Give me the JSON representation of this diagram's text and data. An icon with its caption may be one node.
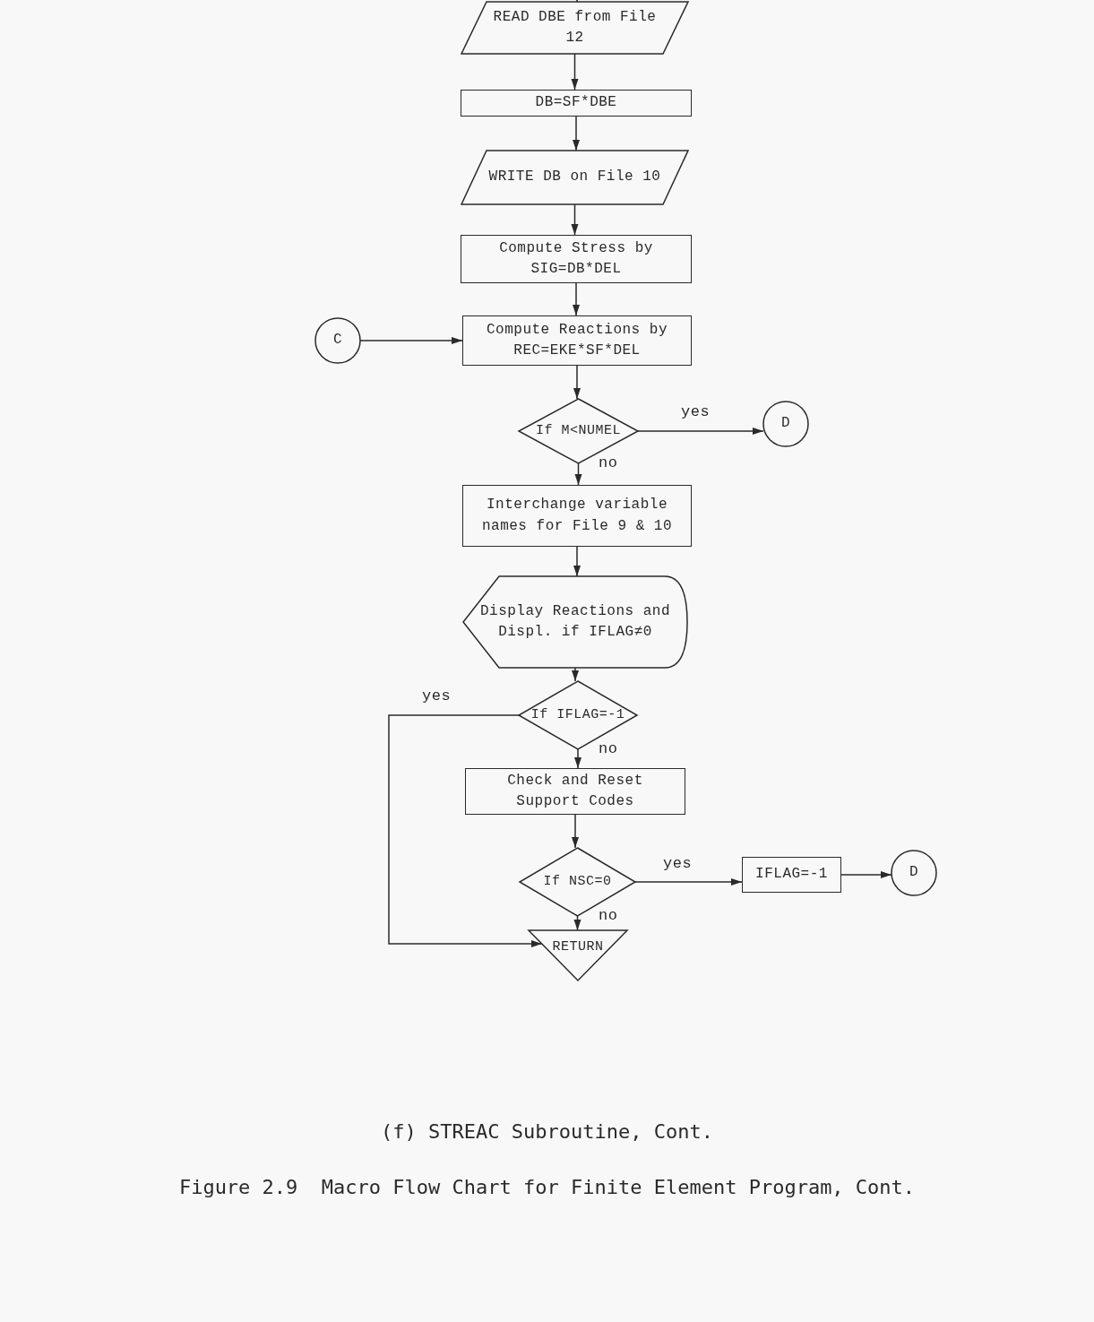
{
  "diagram": {
    "caption": "Figure 2.9  Macro Flow Chart for Finite Element Program, Cont.",
    "nodes": [
      {
        "text": [
          "READ DBE from File 12"
        ]
      },
      {
        "text": [
          "DB=SF*DBE"
        ]
      },
      {
        "text": [
          "WRITE DB on File 10"
        ]
      },
      {
        "text": [
          "Compute Stress by SIG=DB*DEL"
        ]
      },
      {
        "text": [
          "C"
        ]
      },
      {
        "text": [
          "Compute Reactions by REC=EKE*SF*DEL"
        ]
      },
      {
        "text": [
          "If M<NUMEL"
        ]
      },
      {
        "text": [
          "D"
        ]
      },
      {
        "text": [
          "Interchange variable names for File 9 & 10"
        ]
      },
      {
        "text": [
          "Display Reactions and Displ. if IFLAG≠0"
        ]
      },
      {
        "text": [
          "If IFLAG=-1"
        ]
      },
      {
        "text": [
          "Check and Reset Support Codes"
        ]
      },
      {
        "text": [
          "If NSC=0"
        ]
      },
      {
        "text": [
          "IFLAG=-1"
        ]
      },
      {
        "text": [
          "D"
        ]
      },
      {
        "text": [
          "RETURN"
        ]
      }
    ],
    "edges": [
      {
        "from": null,
        "to": 0,
        "arrow": "to"
      },
      {
        "from": 0,
        "to": 1,
        "arrow": "to"
      },
      {
        "from": 1,
        "to": 2,
        "arrow": "to"
      },
      {
        "from": 2,
        "to": 3,
        "arrow": "to"
      },
      {
        "from": 3,
        "to": 5,
        "arrow": "to"
      },
      {
        "from": 4,
        "to": 5,
        "arrow": "to"
      },
      {
        "from": 5,
        "to": 6,
        "arrow": "to"
      },
      {
        "from": 6,
        "to": 7,
        "arrow": "to",
        "label": "yes"
      },
      {
        "from": 6,
        "to": 8,
        "arrow": "to",
        "label": "no"
      },
      {
        "from": 8,
        "to": 9,
        "arrow": "to"
      },
      {
        "from": 9,
        "to": 10,
        "arrow": "to"
      },
      {
        "from": 10,
        "to": 15,
        "arrow": "to",
        "label": "yes"
      },
      {
        "from": 10,
        "to": 11,
        "arrow": "to",
        "label": "no"
      },
      {
        "from": 11,
        "to": 12,
        "arrow": "to"
      },
      {
        "from": 12,
        "to": 13,
        "arrow": "to",
        "label": "yes"
      },
      {
        "from": 13,
        "to": 14,
        "arrow": "to"
      },
      {
        "from": 12,
        "to": 15,
        "arrow": "to",
        "label": "no"
      }
    ],
    "labels": [
      "(f) STREAC Subroutine, Cont."
    ]
  }
}
